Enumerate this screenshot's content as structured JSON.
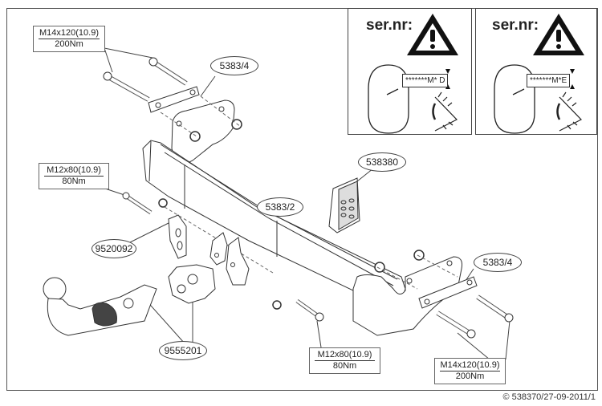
{
  "diagram": {
    "title": "Towbar installation exploded view",
    "part_labels": {
      "bracket_left": "5383/4",
      "bracket_right": "5383/4",
      "crossbar": "5383/2",
      "electrical_kit": "538380",
      "side_bracket": "9520092",
      "towball": "9555201"
    },
    "bolt_specs": {
      "top_left": {
        "size": "M14x120(10.9)",
        "torque": "200Nm"
      },
      "mid_left": {
        "size": "M12x80(10.9)",
        "torque": "80Nm"
      },
      "bottom_center": {
        "size": "M12x80(10.9)",
        "torque": "80Nm"
      },
      "bottom_right": {
        "size": "M14x120(10.9)",
        "torque": "200Nm"
      }
    },
    "warning_panels": [
      {
        "title": "ser.nr:",
        "code": "*******M* D",
        "icon": "warning-triangle-icon"
      },
      {
        "title": "ser.nr:",
        "code": "*******M*E",
        "icon": "warning-triangle-icon"
      }
    ],
    "copyright": "© 538370/27-09-2011/1"
  }
}
